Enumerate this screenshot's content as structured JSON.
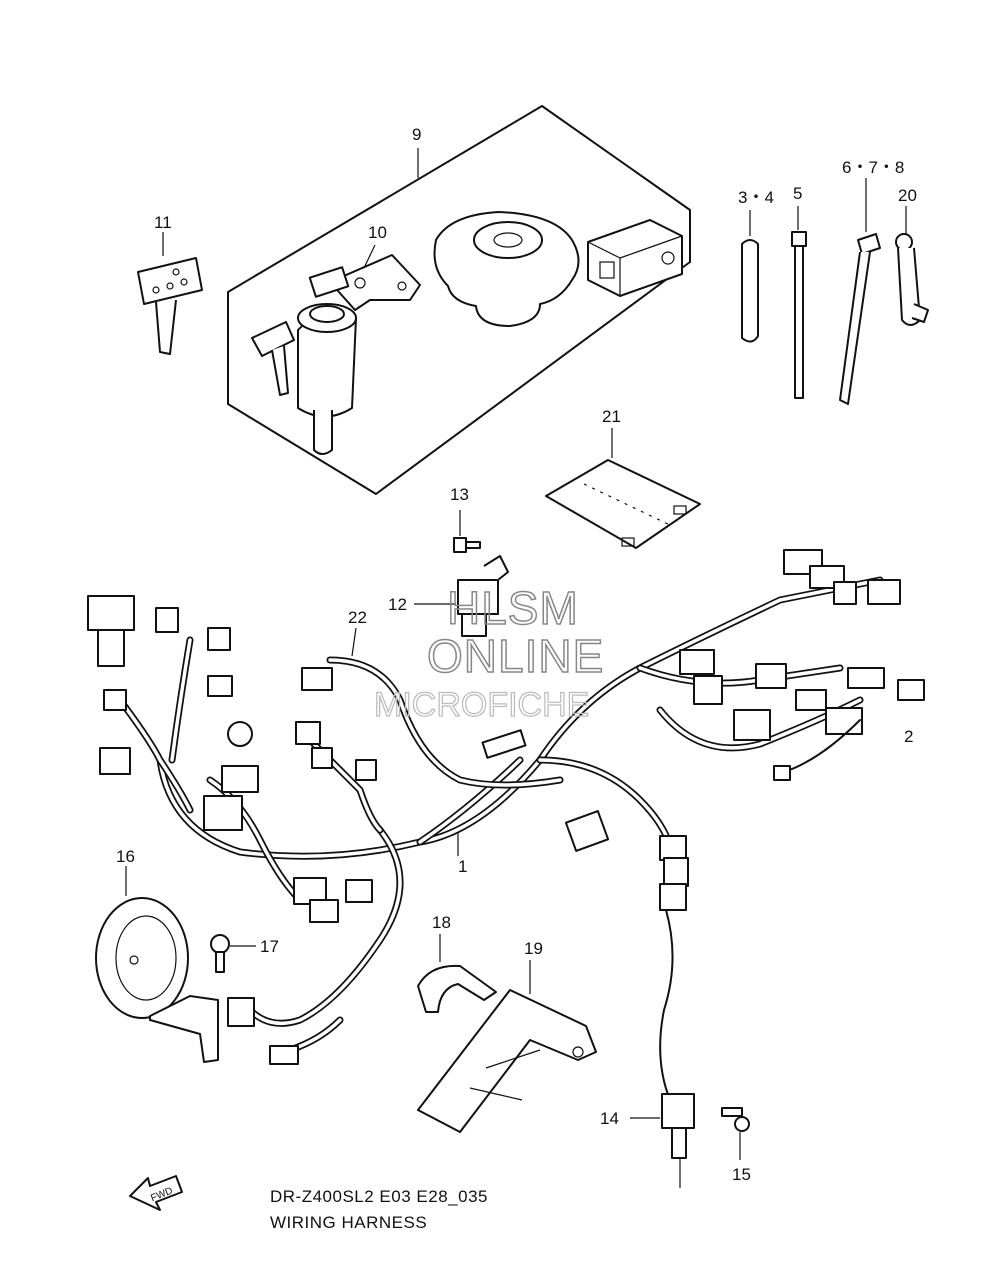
{
  "caption": {
    "model_code": "DR-Z400SL2 E03 E28_035",
    "title": "WIRING HARNESS"
  },
  "watermark": {
    "line1": "HLSM",
    "line2": "ONLINE",
    "line3": "MICROFICHE"
  },
  "fwd_arrow_label": "FWD",
  "callouts": {
    "c1": "1",
    "c2": "2",
    "c3_4": "3・4",
    "c5": "5",
    "c6_7_8": "6・7・8",
    "c9": "9",
    "c10": "10",
    "c11": "11",
    "c12": "12",
    "c13": "13",
    "c14": "14",
    "c15": "15",
    "c16": "16",
    "c17": "17",
    "c18": "18",
    "c19": "19",
    "c20": "20",
    "c21": "21",
    "c22": "22"
  }
}
